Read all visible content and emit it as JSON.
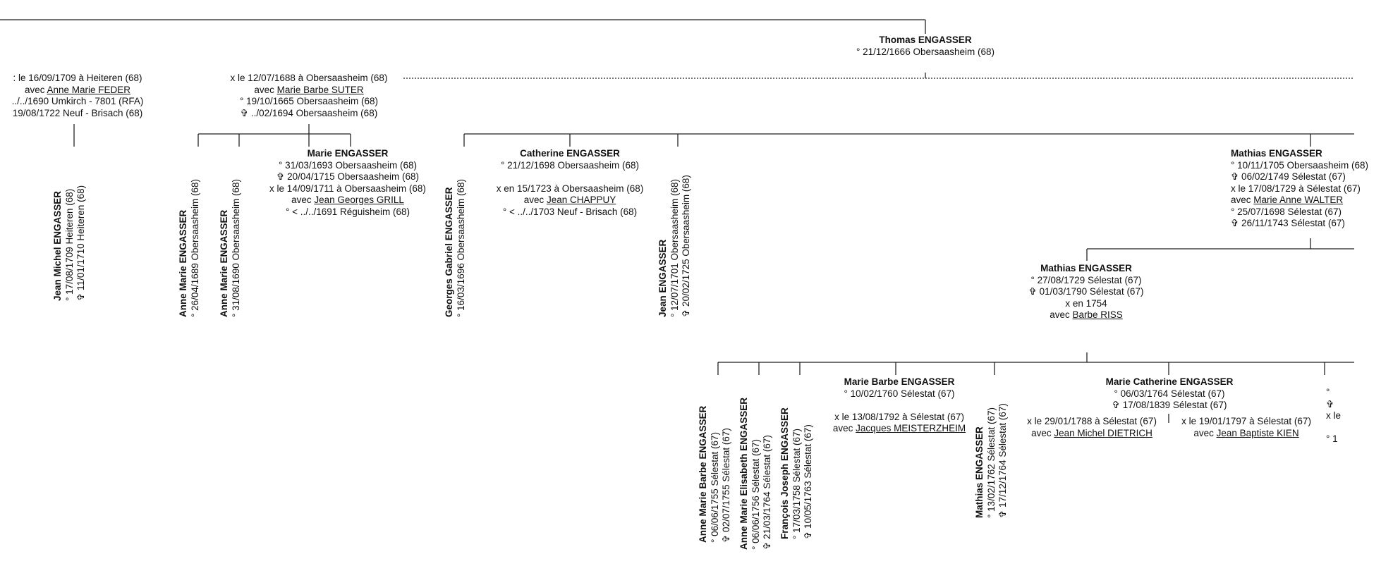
{
  "persons": [
    {
      "id": "thomas",
      "lines": [
        {
          "t": "Thomas ENGASSER",
          "bold": true
        },
        {
          "t": "° 21/12/1666 Obersaasheim (68)"
        }
      ]
    },
    {
      "id": "marriage1",
      "lines": [
        {
          "t": ": le 16/09/1709 à Heiteren (68)"
        },
        {
          "t": "avec ",
          "u": "Anne Marie FEDER"
        },
        {
          "t": "../../1690 Umkirch - 7801 (RFA)"
        },
        {
          "t": "19/08/1722 Neuf - Brisach (68)"
        }
      ]
    },
    {
      "id": "marriage2",
      "lines": [
        {
          "t": "x le 12/07/1688 à Obersaasheim (68)"
        },
        {
          "t": "avec ",
          "u": "Marie Barbe SUTER"
        },
        {
          "t": "° 19/10/1665 Obersaasheim (68)"
        },
        {
          "t": "✞ ../02/1694 Obersaasheim (68)"
        }
      ]
    },
    {
      "id": "marie",
      "lines": [
        {
          "t": "Marie ENGASSER",
          "bold": true
        },
        {
          "t": "° 31/03/1693 Obersaasheim (68)"
        },
        {
          "t": "✞ 20/04/1715 Obersaasheim (68)"
        },
        {
          "t": "x le 14/09/1711 à Obersaasheim (68)"
        },
        {
          "t": "avec ",
          "u": "Jean Georges GRILL"
        },
        {
          "t": "° < ../../1691 Réguisheim (68)"
        }
      ]
    },
    {
      "id": "catherine",
      "lines": [
        {
          "t": "Catherine ENGASSER",
          "bold": true
        },
        {
          "t": "° 21/12/1698 Obersaasheim (68)"
        },
        {
          "t": ""
        },
        {
          "t": "x en 15/1723 à Obersaasheim (68)"
        },
        {
          "t": "avec ",
          "u": "Jean CHAPPUY"
        },
        {
          "t": "° < ../../1703 Neuf - Brisach (68)"
        }
      ]
    },
    {
      "id": "mathias1",
      "lines": [
        {
          "t": "Mathias ENGASSER",
          "bold": true
        },
        {
          "t": "° 10/11/1705 Obersaasheim (68)"
        },
        {
          "t": "✞ 06/02/1749 Sélestat (67)"
        },
        {
          "t": "x le 17/08/1729 à Sélestat (67)"
        },
        {
          "t": "avec ",
          "u": "Marie Anne WALTER"
        },
        {
          "t": "° 25/07/1698 Sélestat (67)"
        },
        {
          "t": "✞ 26/11/1743 Sélestat (67)"
        }
      ]
    },
    {
      "id": "mathias2",
      "lines": [
        {
          "t": "Mathias ENGASSER",
          "bold": true
        },
        {
          "t": "° 27/08/1729 Sélestat (67)"
        },
        {
          "t": "✞ 01/03/1790 Sélestat (67)"
        },
        {
          "t": "x en 1754"
        },
        {
          "t": "avec ",
          "u": "Barbe RISS"
        }
      ]
    },
    {
      "id": "mariebarbe",
      "lines": [
        {
          "t": "Marie Barbe ENGASSER",
          "bold": true
        },
        {
          "t": "° 10/02/1760 Sélestat (67)"
        },
        {
          "t": ""
        },
        {
          "t": "x le 13/08/1792 à Sélestat (67)"
        },
        {
          "t": "avec ",
          "u": "Jacques MEISTERZHEIM"
        }
      ]
    },
    {
      "id": "mariecatherine",
      "lines": [
        {
          "t": "Marie Catherine ENGASSER",
          "bold": true
        },
        {
          "t": "° 06/03/1764 Sélestat (67)"
        },
        {
          "t": "✞ 17/08/1839 Sélestat (67)"
        }
      ]
    },
    {
      "id": "mc_marr1",
      "lines": [
        {
          "t": "x le 29/01/1788 à Sélestat (67)"
        },
        {
          "t": "avec ",
          "u": "Jean Michel DIETRICH"
        }
      ]
    },
    {
      "id": "mc_marr2",
      "lines": [
        {
          "t": "x le 19/01/1797 à Sélestat (67)"
        },
        {
          "t": "avec ",
          "u": "Jean Baptiste KIEN"
        }
      ]
    },
    {
      "id": "cut_right",
      "lines": [
        {
          "t": "°"
        },
        {
          "t": "✞"
        },
        {
          "t": "x le"
        },
        {
          "t": ""
        },
        {
          "t": "° 1"
        }
      ]
    }
  ],
  "vertical_persons": [
    {
      "id": "jeanmichel",
      "lines": [
        {
          "t": "Jean Michel ENGASSER",
          "bold": true
        },
        {
          "t": "° 17/08/1709 Heiteren (68)"
        },
        {
          "t": "✞ 11/01/1710 Heiteren (68)"
        }
      ]
    },
    {
      "id": "annemarie",
      "lines": [
        {
          "t": "Anne Marie ENGASSER",
          "bold": true
        },
        {
          "t": "° 26/04/1689 Obersaasheim (68)"
        }
      ]
    },
    {
      "id": "annemarie2",
      "lines": [
        {
          "t": "Anne Marie ENGASSER",
          "bold": true
        },
        {
          "t": "° 31/08/1690 Obersaasheim (68)"
        }
      ]
    },
    {
      "id": "georges",
      "lines": [
        {
          "t": "Georges Gabriel ENGASSER",
          "bold": true
        },
        {
          "t": "° 16/03/1696 Obersaasheim (68)"
        }
      ]
    },
    {
      "id": "jean",
      "lines": [
        {
          "t": "Jean ENGASSER",
          "bold": true
        },
        {
          "t": "° 12/07/1701 Obersaasheim (68)"
        },
        {
          "t": "✞ 20/02/1725 Obersaasheim (68)"
        }
      ]
    },
    {
      "id": "annemariebarbe",
      "lines": [
        {
          "t": "Anne Marie Barbe ENGASSER",
          "bold": true
        },
        {
          "t": "° 06/06/1755 Sélestat (67)"
        },
        {
          "t": "✞ 02/07/1755 Sélestat (67)"
        }
      ]
    },
    {
      "id": "annemarieelisabeth",
      "lines": [
        {
          "t": "Anne Marie Elisabeth ENGASSER",
          "bold": true
        },
        {
          "t": "° 06/06/1756 Sélestat (67)"
        },
        {
          "t": "✞ 21/03/1764 Sélestat (67)"
        }
      ]
    },
    {
      "id": "francoisjoseph",
      "lines": [
        {
          "t": "François Joseph ENGASSER",
          "bold": true
        },
        {
          "t": "° 17/03/1758 Sélestat (67)"
        },
        {
          "t": "✞ 10/05/1763 Sélestat (67)"
        }
      ]
    },
    {
      "id": "mathias3",
      "lines": [
        {
          "t": "Mathias ENGASSER",
          "bold": true
        },
        {
          "t": "° 13/02/1762 Sélestat (67)"
        },
        {
          "t": "✞ 17/12/1764 Sélestat (67)"
        }
      ]
    }
  ]
}
